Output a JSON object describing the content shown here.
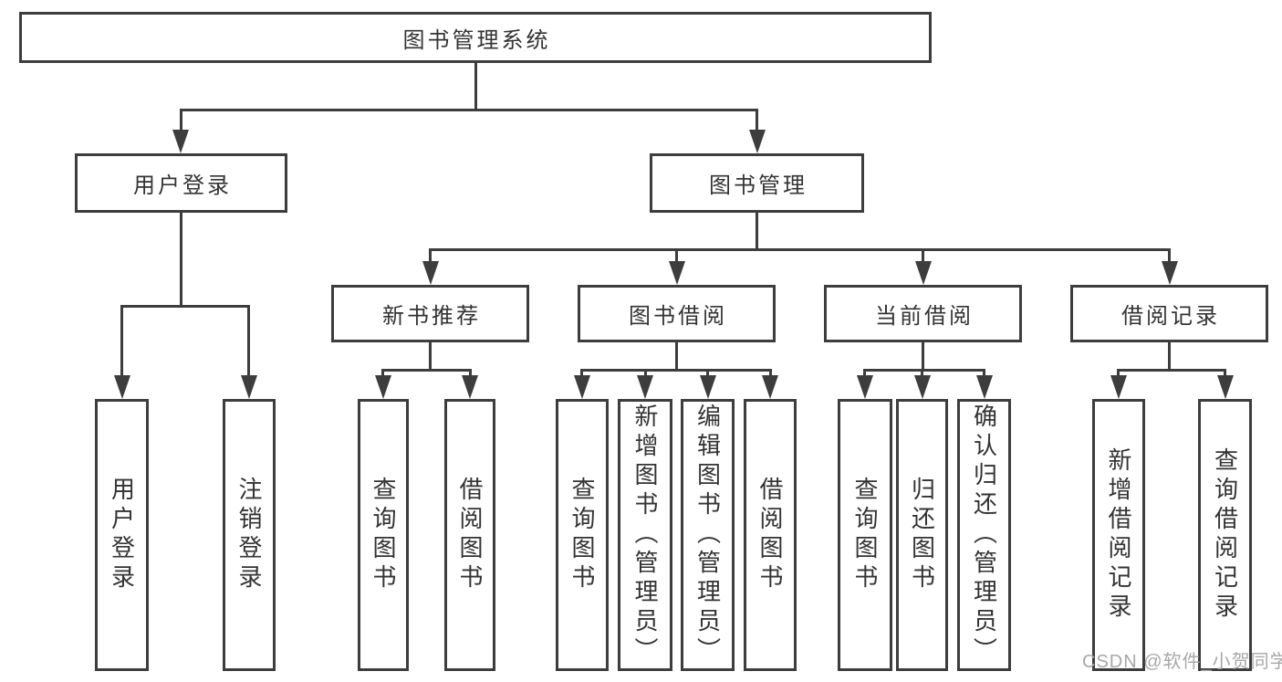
{
  "diagram": {
    "root": {
      "label": "图书管理系统"
    },
    "level2": {
      "user": {
        "label": "用户登录"
      },
      "books": {
        "label": "图书管理"
      }
    },
    "level3": {
      "recommend": {
        "label": "新书推荐"
      },
      "borrow": {
        "label": "图书借阅"
      },
      "current": {
        "label": "当前借阅"
      },
      "records": {
        "label": "借阅记录"
      }
    },
    "leaves": {
      "user": [
        "用户登录",
        "注销登录"
      ],
      "recommend": [
        "查询图书",
        "借阅图书"
      ],
      "borrow": [
        "查询图书",
        "新增图书（管理员）",
        "编辑图书（管理员）",
        "借阅图书"
      ],
      "current": [
        "查询图书",
        "归还图书",
        "确认归还（管理员）"
      ],
      "records": [
        "新增借阅记录",
        "查询借阅记录"
      ]
    }
  },
  "watermark": {
    "text": "CSDN @软件_小贺同学"
  },
  "colors": {
    "line": "#3d3d3d",
    "text": "#333333",
    "watermark": "#a8a8a8",
    "background": "#ffffff"
  }
}
